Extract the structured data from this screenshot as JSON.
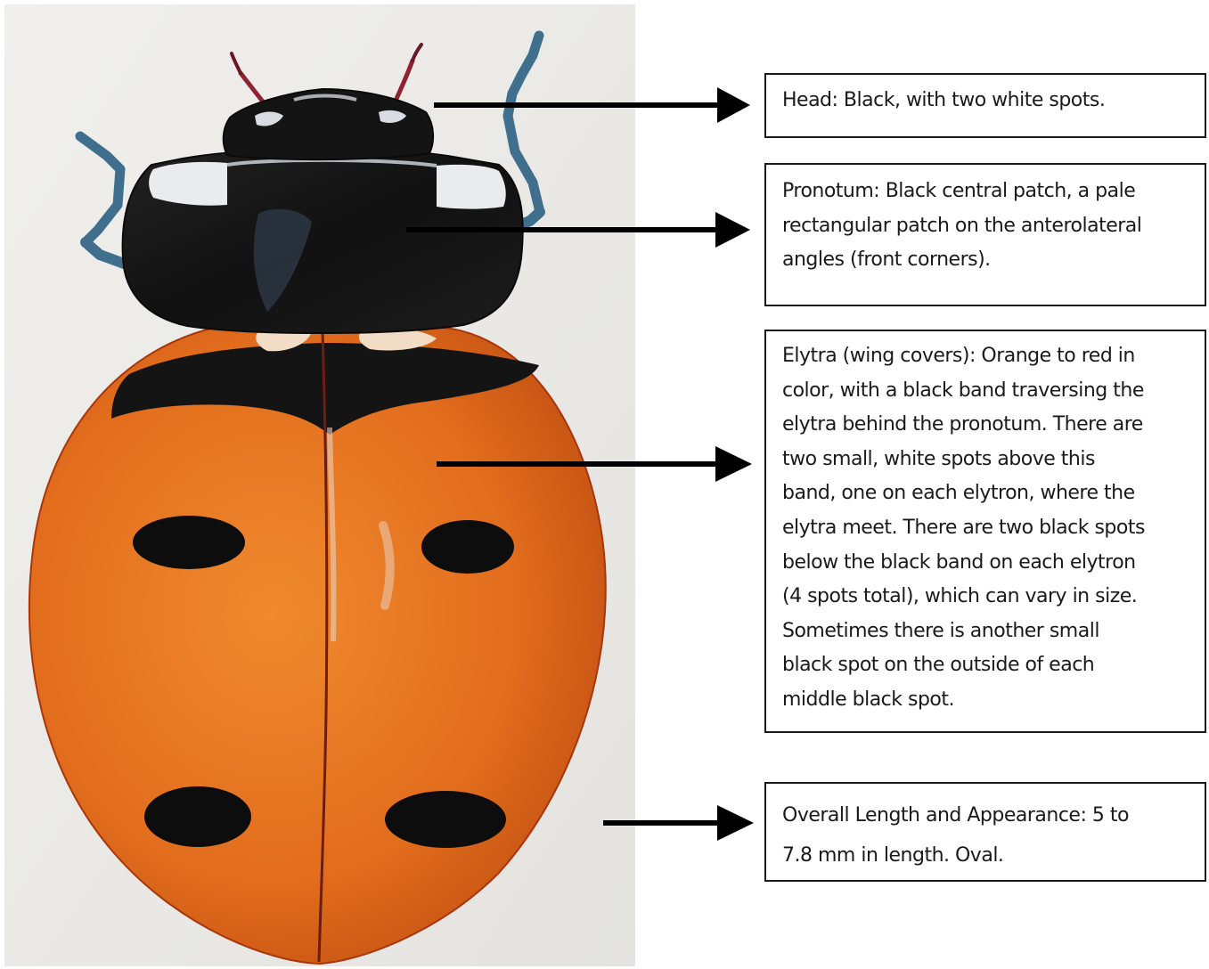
{
  "colors": {
    "background": "#ffffff",
    "paper": "#ecebe8",
    "elytra_orange": "#e26d1d",
    "elytra_dark": "#c24f12",
    "body_black": "#141414",
    "leg_blue": "#3f6f8c",
    "antenna_red": "#8e2332",
    "callout_border": "#1a1a1a",
    "text": "#1a1a1a"
  },
  "illustration": {
    "subject": "seven-spot ladybird drawing",
    "icon": "ladybug-illustration-icon"
  },
  "callouts": [
    {
      "id": "head",
      "lines": [
        "Head: Black, with two white spots."
      ]
    },
    {
      "id": "pronotum",
      "lines": [
        "Pronotum: Black central patch, a pale",
        "rectangular patch on the anterolateral",
        "angles (front corners)."
      ]
    },
    {
      "id": "elytra",
      "lines": [
        "Elytra (wing covers): Orange to red in",
        "color, with a black band traversing the",
        "elytra behind the pronotum. There are",
        "two small, white spots above this",
        "band, one on each elytron, where the",
        "elytra meet. There are two black spots",
        "below the black band on each elytron",
        "(4 spots total), which can vary in size.",
        "Sometimes there is another small",
        "black spot on the outside of each",
        "middle black spot."
      ]
    },
    {
      "id": "overall",
      "lines": [
        "Overall Length and Appearance: 5 to",
        "7.8 mm in length. Oval."
      ]
    }
  ]
}
